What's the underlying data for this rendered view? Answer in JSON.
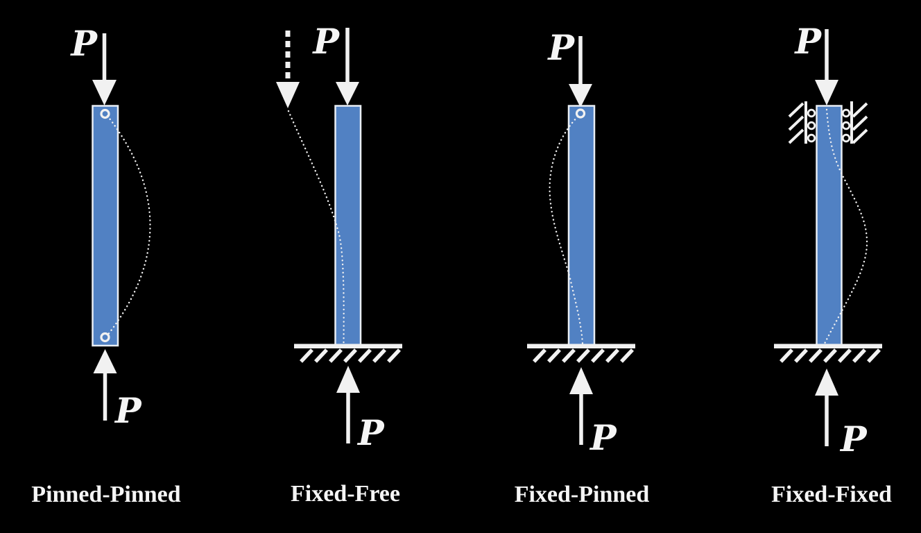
{
  "colors": {
    "background": "#000000",
    "column_fill": "#5181c3",
    "column_border": "#e9eef4",
    "ink": "#f1f1f1"
  },
  "figures": [
    {
      "caption": "Pinned-Pinned",
      "top_load_label": "P",
      "bottom_load_label": "P",
      "top_support": "pin",
      "bottom_support": "pin"
    },
    {
      "caption": "Fixed-Free",
      "top_load_label": "P",
      "bottom_load_label": "P",
      "top_support": "free",
      "bottom_support": "fixed-ground"
    },
    {
      "caption": "Fixed-Pinned",
      "top_load_label": "P",
      "bottom_load_label": "P",
      "top_support": "pin",
      "bottom_support": "fixed-ground"
    },
    {
      "caption": "Fixed-Fixed",
      "top_load_label": "P",
      "bottom_load_label": "P",
      "top_support": "fixed-guided",
      "bottom_support": "fixed-ground"
    }
  ]
}
